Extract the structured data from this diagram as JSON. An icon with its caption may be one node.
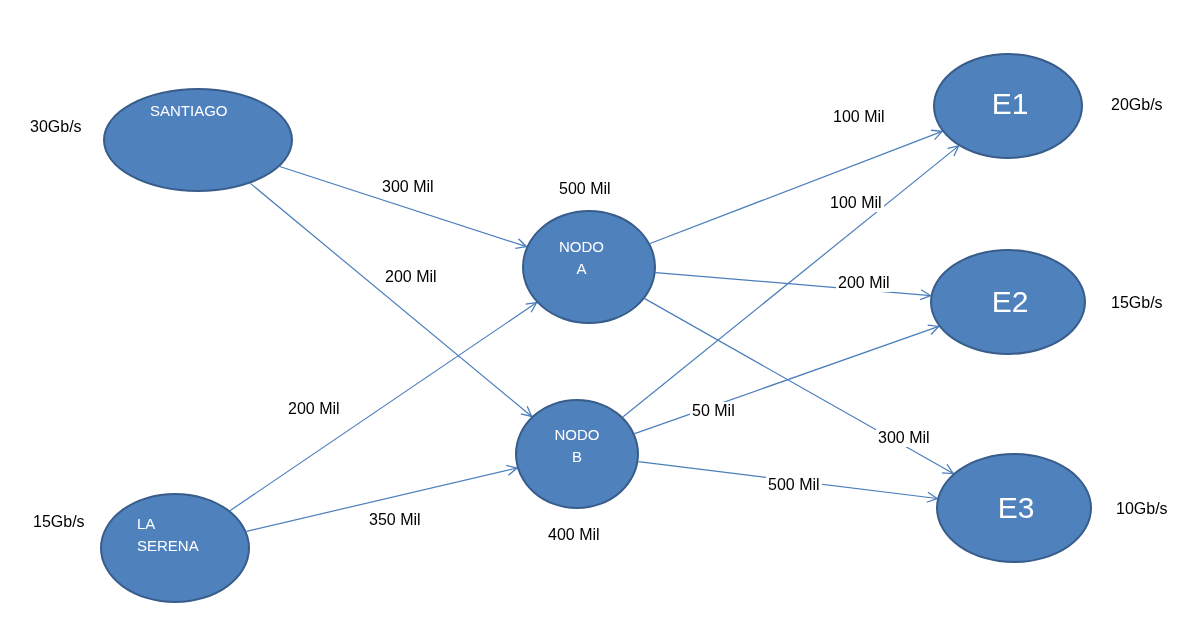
{
  "diagram": {
    "nodes": [
      {
        "text": [
          "SANTIAGO"
        ],
        "beside": [
          "30Gb/s"
        ]
      },
      {
        "text": [
          "LA SERENA"
        ],
        "beside": [
          "15Gb/s"
        ]
      },
      {
        "text": [
          "NODO A"
        ],
        "beside": [
          "500 Mil"
        ]
      },
      {
        "text": [
          "NODO B"
        ],
        "beside": [
          "400 Mil"
        ]
      },
      {
        "text": [
          "E1"
        ],
        "beside": [
          "20Gb/s"
        ]
      },
      {
        "text": [
          "E2"
        ],
        "beside": [
          "15Gb/s"
        ]
      },
      {
        "text": [
          "E3"
        ],
        "beside": [
          "10Gb/s"
        ]
      }
    ],
    "edges": [
      {
        "from": 0,
        "to": 2,
        "arrow": "to",
        "label": "300 Mil"
      },
      {
        "from": 0,
        "to": 3,
        "arrow": "to",
        "label": "200 Mil"
      },
      {
        "from": 1,
        "to": 2,
        "arrow": "to",
        "label": "200 Mil"
      },
      {
        "from": 1,
        "to": 3,
        "arrow": "to",
        "label": "350 Mil"
      },
      {
        "from": 2,
        "to": 4,
        "arrow": "to",
        "label": "100 Mil"
      },
      {
        "from": 2,
        "to": 5,
        "arrow": "to",
        "label": "200 Mil"
      },
      {
        "from": 2,
        "to": 6,
        "arrow": "to",
        "label": "300 Mil"
      },
      {
        "from": 3,
        "to": 4,
        "arrow": "to",
        "label": "100 Mil"
      },
      {
        "from": 3,
        "to": 5,
        "arrow": "to",
        "label": "50 Mil"
      },
      {
        "from": 3,
        "to": 6,
        "arrow": "to",
        "label": "500 Mil"
      }
    ]
  }
}
